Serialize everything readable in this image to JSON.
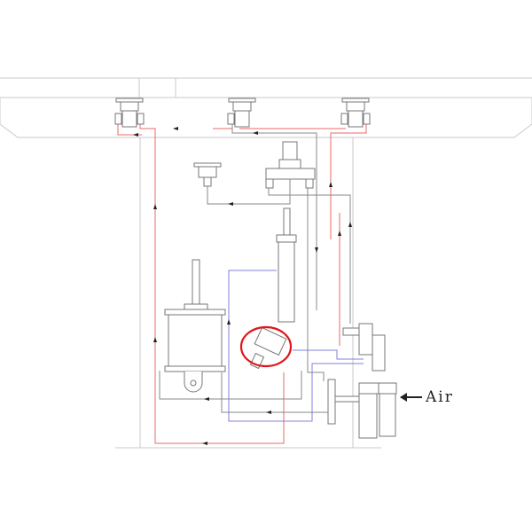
{
  "diagram": {
    "type": "pneumatic-circuit",
    "labels": {
      "air_inlet": "Air"
    },
    "colors": {
      "supply_line": "#e86a6a",
      "pilot_line": "#8a8a8a",
      "signal_line": "#8080d8",
      "highlight": "#e0161b"
    },
    "components": [
      {
        "id": "top-valve-left",
        "kind": "valve"
      },
      {
        "id": "top-valve-center",
        "kind": "valve"
      },
      {
        "id": "top-valve-right",
        "kind": "valve"
      },
      {
        "id": "pressure-gauge",
        "kind": "gauge"
      },
      {
        "id": "pressure-regulator-valve",
        "kind": "regulator"
      },
      {
        "id": "vertical-cylinder",
        "kind": "cylinder"
      },
      {
        "id": "main-cylinder",
        "kind": "cylinder"
      },
      {
        "id": "highlighted-valve",
        "kind": "valve",
        "highlighted": true
      },
      {
        "id": "side-valve",
        "kind": "valve"
      },
      {
        "id": "frl-unit",
        "kind": "filter-regulator-lubricator"
      }
    ]
  }
}
